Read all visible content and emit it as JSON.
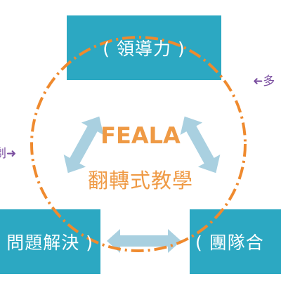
{
  "diagram": {
    "center": {
      "title": "FEALA",
      "subtitle": "翻轉式教學"
    },
    "nodes": {
      "top": "( 領導力 )",
      "left": "問題解決 )",
      "right": "( 團隊合"
    },
    "side_labels": {
      "right_text": "多",
      "left_text": "剃"
    },
    "colors": {
      "box": "#2ca8c2",
      "arrow": "#a9d0e0",
      "dash_circle": "#ef8a2e",
      "center_text": "#ef9a45",
      "side_label": "#7b4fa0"
    }
  }
}
